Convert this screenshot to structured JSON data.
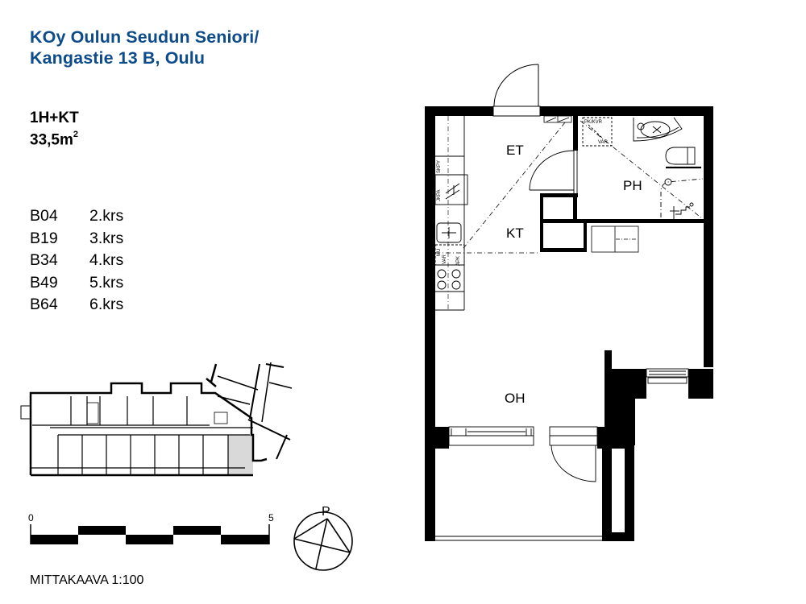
{
  "header": {
    "title_line1": "KOy Oulun Seudun Seniori/",
    "title_line2": "Kangastie 13 B, Oulu",
    "title_color": "#0e4b8a"
  },
  "apartment": {
    "type": "1H+KT",
    "area_value": "33,5m",
    "area_unit_sup": "2"
  },
  "units": [
    {
      "code": "B04",
      "floor": "2.krs"
    },
    {
      "code": "B19",
      "floor": "3.krs"
    },
    {
      "code": "B34",
      "floor": "4.krs"
    },
    {
      "code": "B49",
      "floor": "5.krs"
    },
    {
      "code": "B64",
      "floor": "6.krs"
    }
  ],
  "scale": {
    "label": "MITTAKAAVA 1:100",
    "tick_start": "0",
    "tick_end": "5"
  },
  "compass": {
    "north_label": "P"
  },
  "rooms": {
    "et": "ET",
    "kt": "KT",
    "ph": "PH",
    "oh": "OH"
  },
  "fixtures": {
    "skpy": "SKPY",
    "jkpa": "JKPA",
    "mu": "MU",
    "var_kitchen": "VAR",
    "apk": "APK",
    "pk_kvr": "PK/KVR",
    "var_bath": "VAR"
  },
  "key_plan": {
    "highlight_color": "#d9d9d9"
  }
}
